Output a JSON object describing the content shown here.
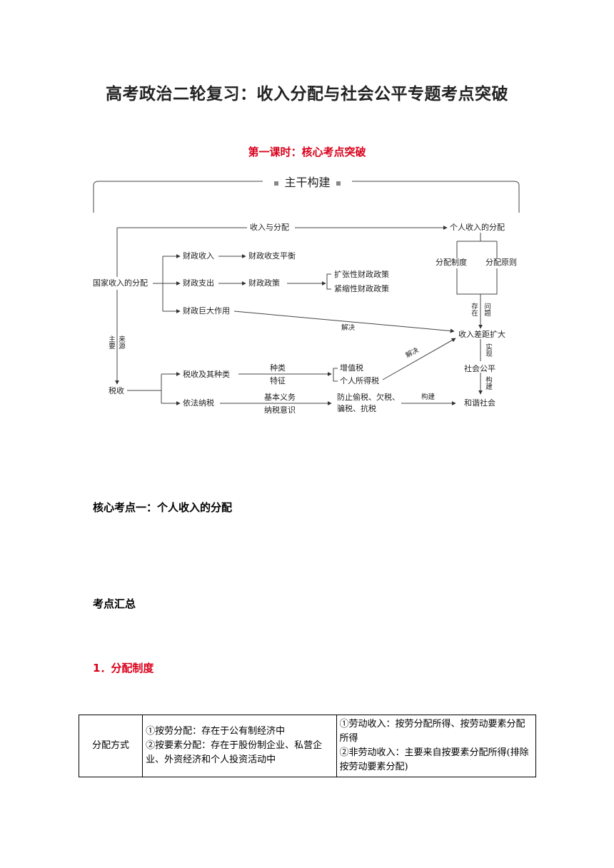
{
  "doc": {
    "title": "高考政治二轮复习：收入分配与社会公平专题考点突破",
    "lesson_title": "第一课时：核心考点突破",
    "section1": "核心考点一：个人收入的分配",
    "section2": "考点汇总",
    "section3": "1．分配制度"
  },
  "diagram": {
    "banner": "主干构建",
    "labels": {
      "income_dist": "收入与分配",
      "personal_income": "个人收入的分配",
      "national_income": "国家收入的分配",
      "fiscal_revenue": "财政收入",
      "fiscal_balance": "财政收支平衡",
      "fiscal_spending": "财政支出",
      "fiscal_policy": "财政政策",
      "expansionary": "扩张性财政政策",
      "contractionary": "紧缩性财政政策",
      "fiscal_role": "财政巨大作用",
      "dist_system": "分配制度",
      "dist_principle": "分配原则",
      "exist": "存在",
      "problem": "问题",
      "solve1": "解决",
      "income_gap": "收入差距扩大",
      "main_source_a": "主要",
      "main_source_b": "来源",
      "tax": "税收",
      "tax_types": "税收及其种类",
      "kinds": "种类",
      "features": "特征",
      "vat": "增值税",
      "pit": "个人所得税",
      "solve2": "解决",
      "realize": "实现",
      "social_fairness": "社会公平",
      "construct_v": "构建",
      "legal_tax": "依法纳税",
      "basic_duty": "基本义务",
      "tax_awareness": "纳税意识",
      "prevent_a": "防止偷税、欠税、",
      "prevent_b": "骗税、抗税",
      "construct_h": "构建",
      "harmony": "和谐社会"
    }
  },
  "table": {
    "row1": {
      "label": "分配方式",
      "col2_line1": "①按劳分配：存在于公有制经济中",
      "col2_line2": "②按要素分配：存在于股份制企业、私营企业、外资经济和个人投资活动中",
      "col3_line1": "①劳动收入：按劳分配所得、按劳动要素分配所得",
      "col3_line2": "②非劳动收入：主要来自按要素分配所得(排除按劳动要素分配)"
    }
  }
}
